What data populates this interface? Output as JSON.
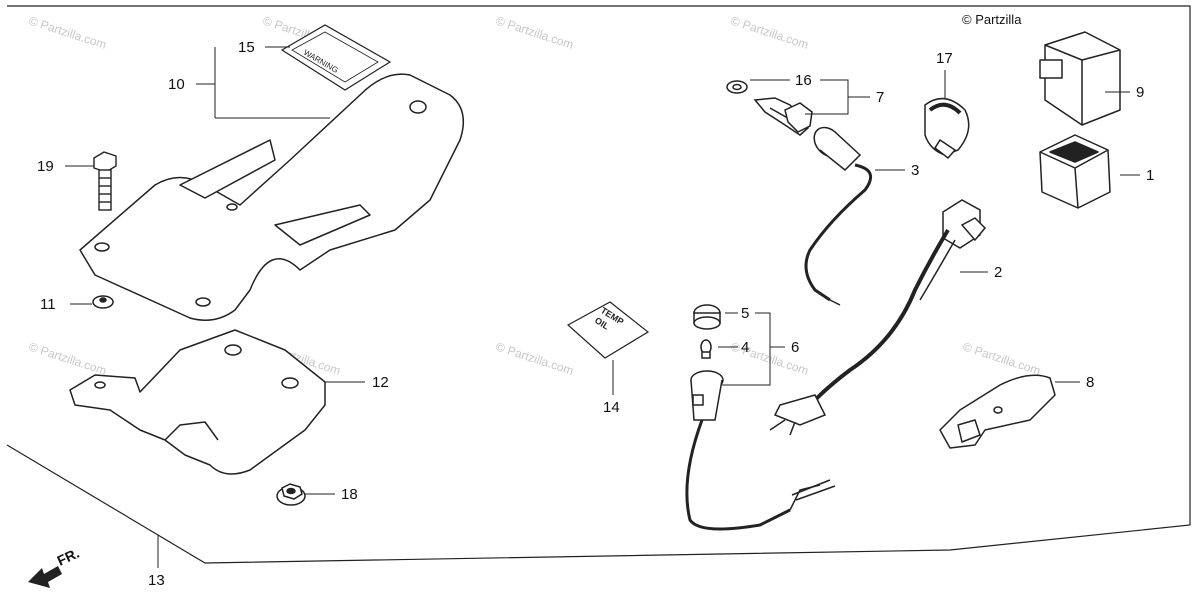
{
  "diagram": {
    "copyright": "© Partzilla",
    "watermark": "© Partzilla.com",
    "front_label": "FR.",
    "oil_temp_label": [
      "OIL",
      "TEMP"
    ],
    "warning_label": "WARNING",
    "callouts": [
      {
        "id": "part-1",
        "text": "1"
      },
      {
        "id": "part-2",
        "text": "2"
      },
      {
        "id": "part-3",
        "text": "3"
      },
      {
        "id": "part-4",
        "text": "4"
      },
      {
        "id": "part-5",
        "text": "5"
      },
      {
        "id": "part-6",
        "text": "6"
      },
      {
        "id": "part-7",
        "text": "7"
      },
      {
        "id": "part-8",
        "text": "8"
      },
      {
        "id": "part-9",
        "text": "9"
      },
      {
        "id": "part-10",
        "text": "10"
      },
      {
        "id": "part-11",
        "text": "11"
      },
      {
        "id": "part-12",
        "text": "12"
      },
      {
        "id": "part-13",
        "text": "13"
      },
      {
        "id": "part-14",
        "text": "14"
      },
      {
        "id": "part-15",
        "text": "15"
      },
      {
        "id": "part-16",
        "text": "16"
      },
      {
        "id": "part-17",
        "text": "17"
      },
      {
        "id": "part-18",
        "text": "18"
      },
      {
        "id": "part-19",
        "text": "19"
      }
    ]
  }
}
